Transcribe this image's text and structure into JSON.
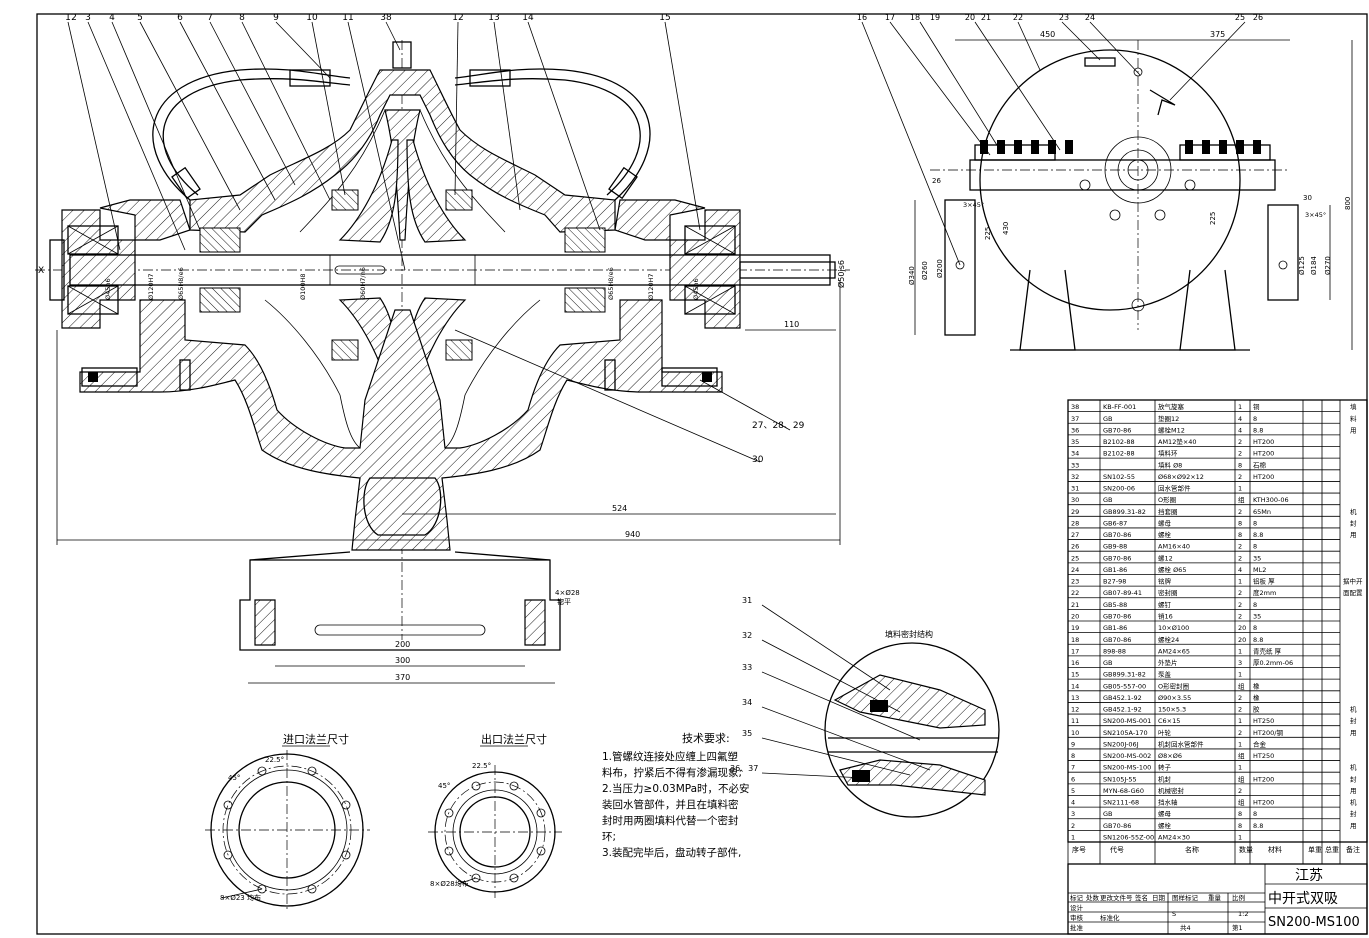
{
  "balloons_left": [
    "1",
    "2",
    "3",
    "4",
    "5",
    "6",
    "7",
    "8",
    "9",
    "10",
    "11",
    "38",
    "12",
    "13",
    "14",
    "15"
  ],
  "balloons_right": [
    "16",
    "17",
    "18",
    "19",
    "20",
    "21",
    "22",
    "23",
    "24",
    "25",
    "26"
  ],
  "balloon_27": "27、28、29",
  "balloon_30": "30",
  "balloons_detail": [
    "31",
    "32",
    "33",
    "34",
    "35",
    "36、37"
  ],
  "dims": {
    "d524": "524",
    "d940": "940",
    "d110": "110",
    "d200": "200",
    "d300": "300",
    "d370": "370",
    "d450": "450",
    "d375": "375",
    "d26": "26",
    "d30": "30",
    "d800": "800",
    "d430": "430",
    "d225": "225",
    "d225b": "225",
    "d340": "Ø340",
    "d260": "Ø260",
    "d200v": "Ø200",
    "d270": "Ø270",
    "d184": "Ø184",
    "d125": "Ø125",
    "shaft": "Ø50js6",
    "chamfer1": "3×45°",
    "chamfer2": "3×45°",
    "hole": "4×Ø28",
    "hole_note": "锪平",
    "shaft_d1": "Ø45h6",
    "shaft_d2": "Ø120H7",
    "shaft_d3": "Ø65H8/e6",
    "shaft_d4": "Ø100H8",
    "shaft_d5": "Ø60H7/n6",
    "shaft_d6": "Ø65H8/e6",
    "shaft_d7": "Ø120H7",
    "shaft_d8": "Ø45h6"
  },
  "detail_label": "填料密封结构",
  "inlet_title": "进口法兰尺寸",
  "outlet_title": "出口法兰尺寸",
  "inlet_angle1": "22.5°",
  "inlet_angle2": "45°",
  "inlet_holes": "8×Ø23 均布",
  "outlet_angle": "22.5°",
  "outlet_angle2": "45°",
  "outlet_holes": "8×Ø28均布",
  "tech_title": "技术要求:",
  "tech_lines": [
    "1.管螺纹连接处应缠上四氟塑",
    "料布，拧紧后不得有渗漏现象;",
    "2.当压力≥0.03MPa时，不必安",
    "装回水管部件，并且在填料密",
    "封时用两圈填料代替一个密封",
    "环;",
    "3.装配完毕后，盘动转子部件,"
  ],
  "bom": [
    [
      "38",
      "KB-FF-001",
      "放气旋塞",
      "1",
      "铜",
      ""
    ],
    [
      "37",
      "GB",
      "垫圈12",
      "4",
      "8",
      ""
    ],
    [
      "36",
      "GB70-86",
      "螺栓M12",
      "4",
      "8.8",
      ""
    ],
    [
      "35",
      "B2102-88",
      "AM12垫×40",
      "2",
      "HT200",
      ""
    ],
    [
      "34",
      "B2102-88",
      "填料环",
      "2",
      "HT200",
      ""
    ],
    [
      "33",
      "",
      "填料 Ø8",
      "8",
      "石棉",
      ""
    ],
    [
      "32",
      "SN102-55",
      "Ø68×Ø92×12",
      "2",
      "HT200",
      ""
    ],
    [
      "31",
      "SN200-06",
      "回水管部件",
      "1",
      "",
      ""
    ],
    [
      "30",
      "GB",
      "O形圈",
      "组",
      "KTH300-06",
      ""
    ],
    [
      "29",
      "GB899.31-82",
      "挡套圈",
      "2",
      "65Mn",
      ""
    ],
    [
      "28",
      "GB6-87",
      "螺母",
      "8",
      "8",
      ""
    ],
    [
      "27",
      "GB70-86",
      "螺栓",
      "8",
      "8.8",
      ""
    ],
    [
      "26",
      "GB9-88",
      "AM16×40",
      "2",
      "8",
      ""
    ],
    [
      "25",
      "GB70-86",
      "螺12",
      "2",
      "35",
      ""
    ],
    [
      "24",
      "GB1-86",
      "螺栓 Ø65",
      "4",
      "ML2",
      ""
    ],
    [
      "23",
      "B27-98",
      "铭牌",
      "1",
      "铝板 厚",
      "据中开"
    ],
    [
      "22",
      "GB07-89-41",
      "密封圈",
      "2",
      "度2mm",
      "面配置"
    ],
    [
      "21",
      "GB5-88",
      "螺钉",
      "2",
      "8",
      ""
    ],
    [
      "20",
      "GB70-86",
      "销16",
      "2",
      "35",
      ""
    ],
    [
      "19",
      "GB1-86",
      "10×Ø100",
      "20",
      "8",
      ""
    ],
    [
      "18",
      "GB70-86",
      "螺栓24",
      "20",
      "8.8",
      ""
    ],
    [
      "17",
      "898-88",
      "AM24×65",
      "1",
      "青壳纸 厚",
      ""
    ],
    [
      "16",
      "GB",
      "外垫片",
      "3",
      "厚0.2mm-06",
      ""
    ],
    [
      "15",
      "GB899.31-82",
      "泵盖",
      "1",
      "",
      ""
    ],
    [
      "14",
      "GB05-557-00",
      "O形密封圈",
      "组",
      "橡",
      ""
    ],
    [
      "13",
      "GB452.1-92",
      "Ø90×3.55",
      "2",
      "橡",
      ""
    ],
    [
      "12",
      "GB452.1-92",
      "150×5.3",
      "2",
      "胶",
      ""
    ],
    [
      "11",
      "SN200-MS-001",
      "C6×15",
      "1",
      "HT250",
      ""
    ],
    [
      "10",
      "SN2105A-170",
      "叶轮",
      "2",
      "HT200/钢",
      ""
    ],
    [
      "9",
      "SN200J-06J",
      "机封回水管部件",
      "1",
      "合金",
      ""
    ],
    [
      "8",
      "SN200-MS-002",
      "Ø8×Ø6",
      "组",
      "HT250",
      ""
    ],
    [
      "7",
      "SN200-MS-100",
      "转子",
      "1",
      "",
      ""
    ],
    [
      "6",
      "SN105J-55",
      "机封",
      "组",
      "HT200",
      ""
    ],
    [
      "5",
      "MYN-68-G60",
      "机械密封",
      "2",
      "",
      ""
    ],
    [
      "4",
      "SN2111-68",
      "挡水轴",
      "组",
      "HT200",
      ""
    ],
    [
      "3",
      "GB",
      "螺母",
      "8",
      "8",
      ""
    ],
    [
      "2",
      "GB70-86",
      "螺栓",
      "8",
      "8.8",
      ""
    ],
    [
      "1",
      "SN1206-55Z-00",
      "AM24×30",
      "1",
      "",
      ""
    ]
  ],
  "bom_side": [
    "填",
    "料",
    "用",
    "机",
    "封",
    "用",
    "机",
    "封",
    "用",
    "机",
    "封",
    "用",
    "机",
    "封",
    "用"
  ],
  "bom_header": [
    "序号",
    "代号",
    "名称",
    "数量",
    "材料",
    "单重",
    "总重",
    "备注"
  ],
  "title": {
    "company": "江苏",
    "name": "中开式双吸",
    "code": "SN200-MS100",
    "scale_label": "比例",
    "scale": "1:2",
    "weight_label": "重量",
    "sheet_total": "共4",
    "sheet_no": "第1",
    "design": "设计",
    "check": "审核",
    "std": "标准化",
    "approve": "批准",
    "mark": "标记",
    "count": "处数",
    "change_file": "更改文件号",
    "sign": "签名",
    "date": "日期",
    "stage": "图样标记",
    "s_mark": "S"
  }
}
